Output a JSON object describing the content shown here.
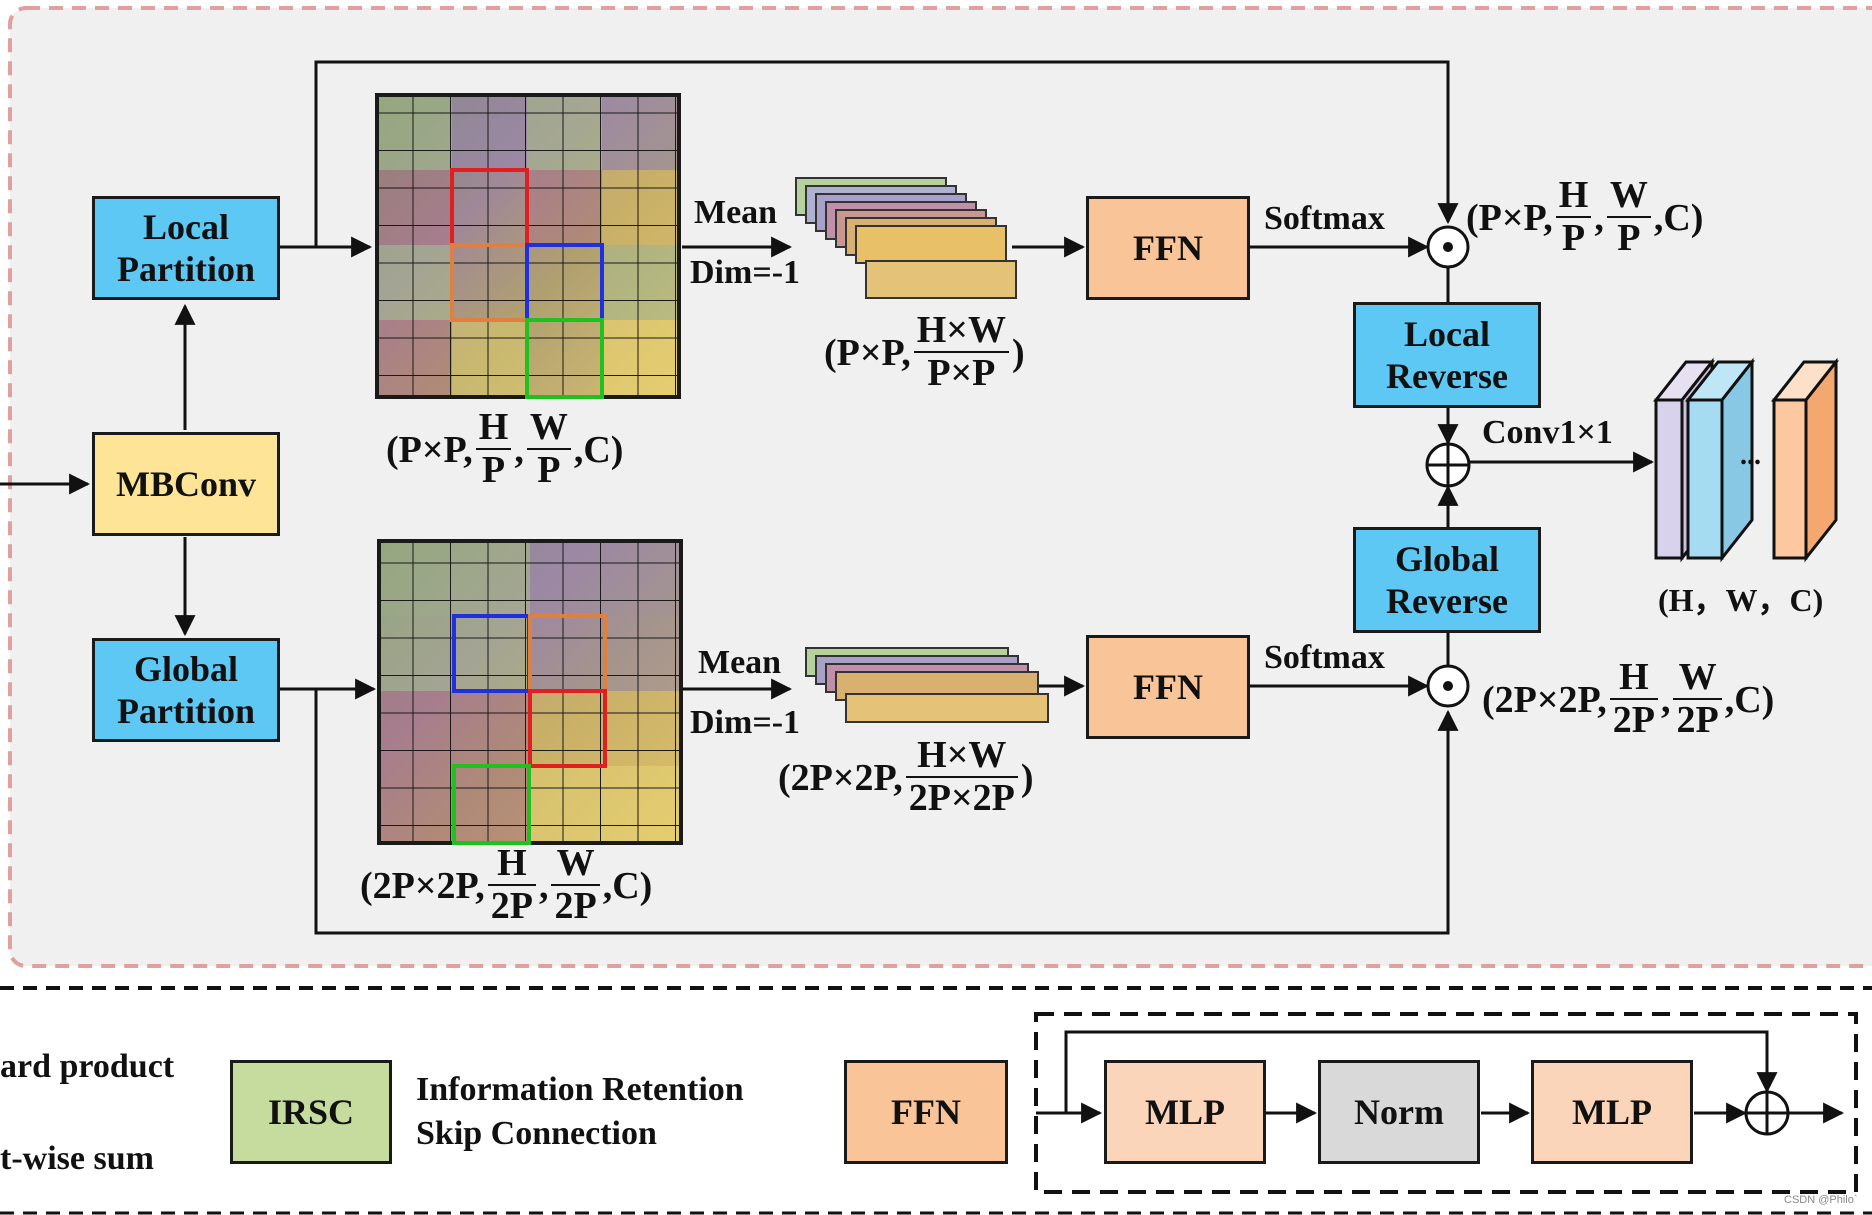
{
  "blocks": {
    "local_partition": "Local Partition",
    "mbconv": "MBConv",
    "global_partition": "Global Partition",
    "ffn_top": "FFN",
    "ffn_bottom": "FFN",
    "local_reverse": "Local Reverse",
    "global_reverse": "Global Reverse"
  },
  "labels": {
    "mean_top": "Mean",
    "dim_top": "Dim=-1",
    "mean_bottom": "Mean",
    "dim_bottom": "Dim=-1",
    "softmax_top": "Softmax",
    "softmax_bottom": "Softmax",
    "conv": "Conv1×1",
    "output_shape": "(H，W，C)",
    "output_dots": "..."
  },
  "shapes": {
    "local_grid": {
      "prefix": "(P×P,",
      "f1_num": "H",
      "f1_den": "P",
      "sep": ",",
      "f2_num": "W",
      "f2_den": "P",
      "suffix": ",C)"
    },
    "local_mean": {
      "prefix": "(P×P,",
      "f1_num": "H×W",
      "f1_den": "P×P",
      "suffix": ")"
    },
    "local_out": {
      "prefix": "(P×P,",
      "f1_num": "H",
      "f1_den": "P",
      "sep": ",",
      "f2_num": "W",
      "f2_den": "P",
      "suffix": ",C)"
    },
    "global_grid": {
      "prefix": "(2P×2P,",
      "f1_num": "H",
      "f1_den": "2P",
      "sep": ",",
      "f2_num": "W",
      "f2_den": "2P",
      "suffix": ",C)"
    },
    "global_mean": {
      "prefix": "(2P×2P,",
      "f1_num": "H×W",
      "f1_den": "2P×2P",
      "suffix": ")"
    },
    "global_out": {
      "prefix": "(2P×2P,",
      "f1_num": "H",
      "f1_den": "2P",
      "sep": ",",
      "f2_num": "W",
      "f2_den": "2P",
      "suffix": ",C)"
    }
  },
  "legend": {
    "hadamard": "ard product",
    "elementwise": "t-wise sum",
    "irsc_box": "IRSC",
    "irsc_text": "Information Retention Skip Connection",
    "ffn_box": "FFN",
    "mlp1": "MLP",
    "norm": "Norm",
    "mlp2": "MLP"
  },
  "watermark": "CSDN @Philo`",
  "colors": {
    "blue": "#5ec8f5",
    "yellow": "#fde497",
    "orange": "#f8c498",
    "green": "#c6dc9f",
    "grey": "#d9d9d9",
    "panel_bg": "#f0f0f0",
    "panel_border": "#e0a0a0"
  }
}
